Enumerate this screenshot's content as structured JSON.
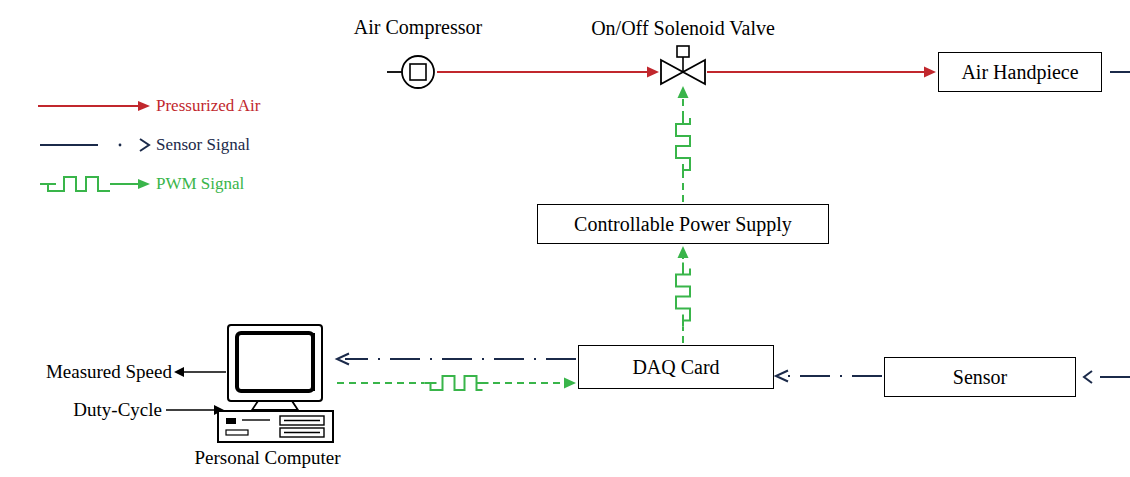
{
  "diagram": {
    "nodes": [
      {
        "text": [
          "Air Compressor"
        ]
      },
      {
        "text": [
          "On/Off Solenoid Valve"
        ]
      },
      {
        "text": [
          "Air Handpiece"
        ]
      },
      {
        "text": [
          "Controllable Power Supply"
        ]
      },
      {
        "text": [
          "DAQ Card"
        ]
      },
      {
        "text": [
          "Sensor"
        ]
      },
      {
        "text": [
          "Personal Computer"
        ]
      }
    ],
    "edges": [
      {
        "from": 0,
        "to": 1,
        "arrow": "to"
      },
      {
        "from": 1,
        "to": 2,
        "arrow": "to"
      },
      {
        "from": 3,
        "to": 1,
        "arrow": "to"
      },
      {
        "from": 4,
        "to": 3,
        "arrow": "to"
      },
      {
        "from": 6,
        "to": 4,
        "arrow": "to"
      },
      {
        "from": 4,
        "to": 6,
        "arrow": "to"
      },
      {
        "from": 5,
        "to": 4,
        "arrow": "to"
      }
    ],
    "labels": [
      "Measured Speed",
      "Duty-Cycle"
    ],
    "legend": [
      {
        "text": "Pressurized Air"
      },
      {
        "text": "Sensor Signal"
      },
      {
        "text": "PWM Signal"
      }
    ]
  }
}
